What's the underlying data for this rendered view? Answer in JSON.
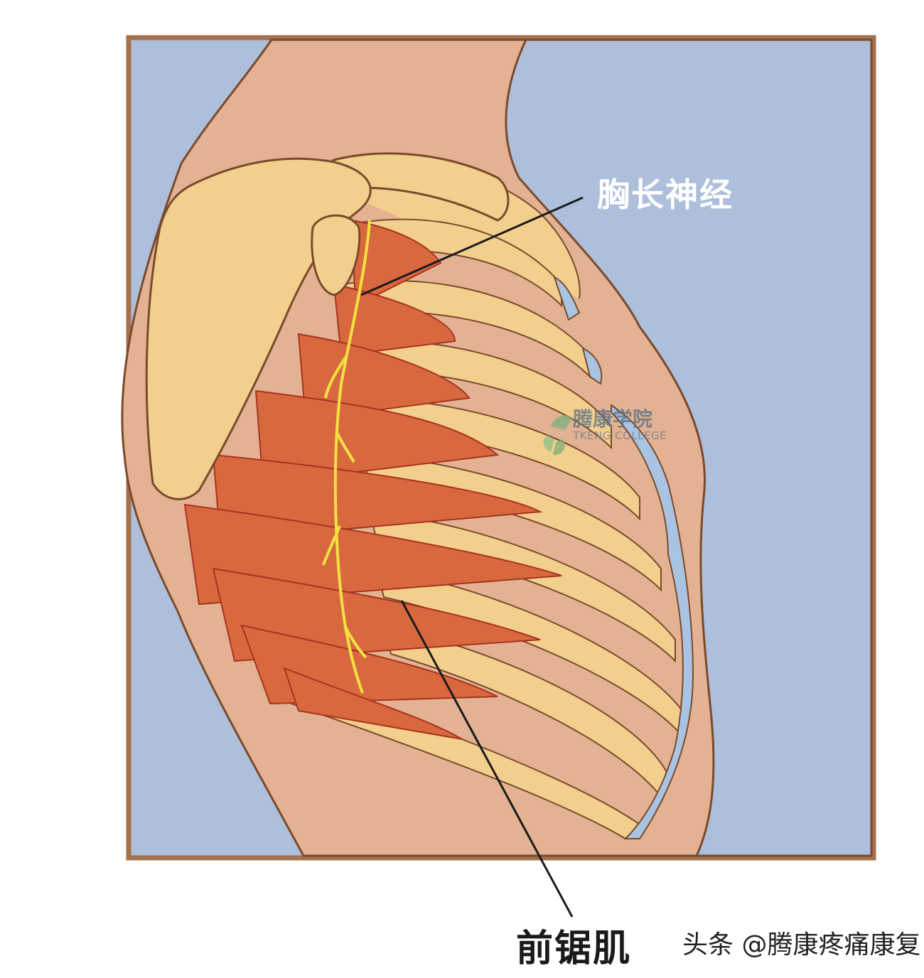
{
  "diagram": {
    "title": "",
    "labels": {
      "nerve": "胸长神经",
      "muscle": "前锯肌"
    },
    "logo": {
      "name_cn": "腾康学院",
      "name_en": "TKENG COLLEGE"
    },
    "watermark": "头条 @腾康疼痛康复",
    "colors": {
      "frame": "#a5714c",
      "background": "#adbfda",
      "skin": "#e2b292",
      "bone": "#f3cf8d",
      "cartilage": "#a9c4e3",
      "muscle": "#d8693f",
      "nerve": "#f4e041",
      "leader_line": "#1a1a1a"
    }
  }
}
